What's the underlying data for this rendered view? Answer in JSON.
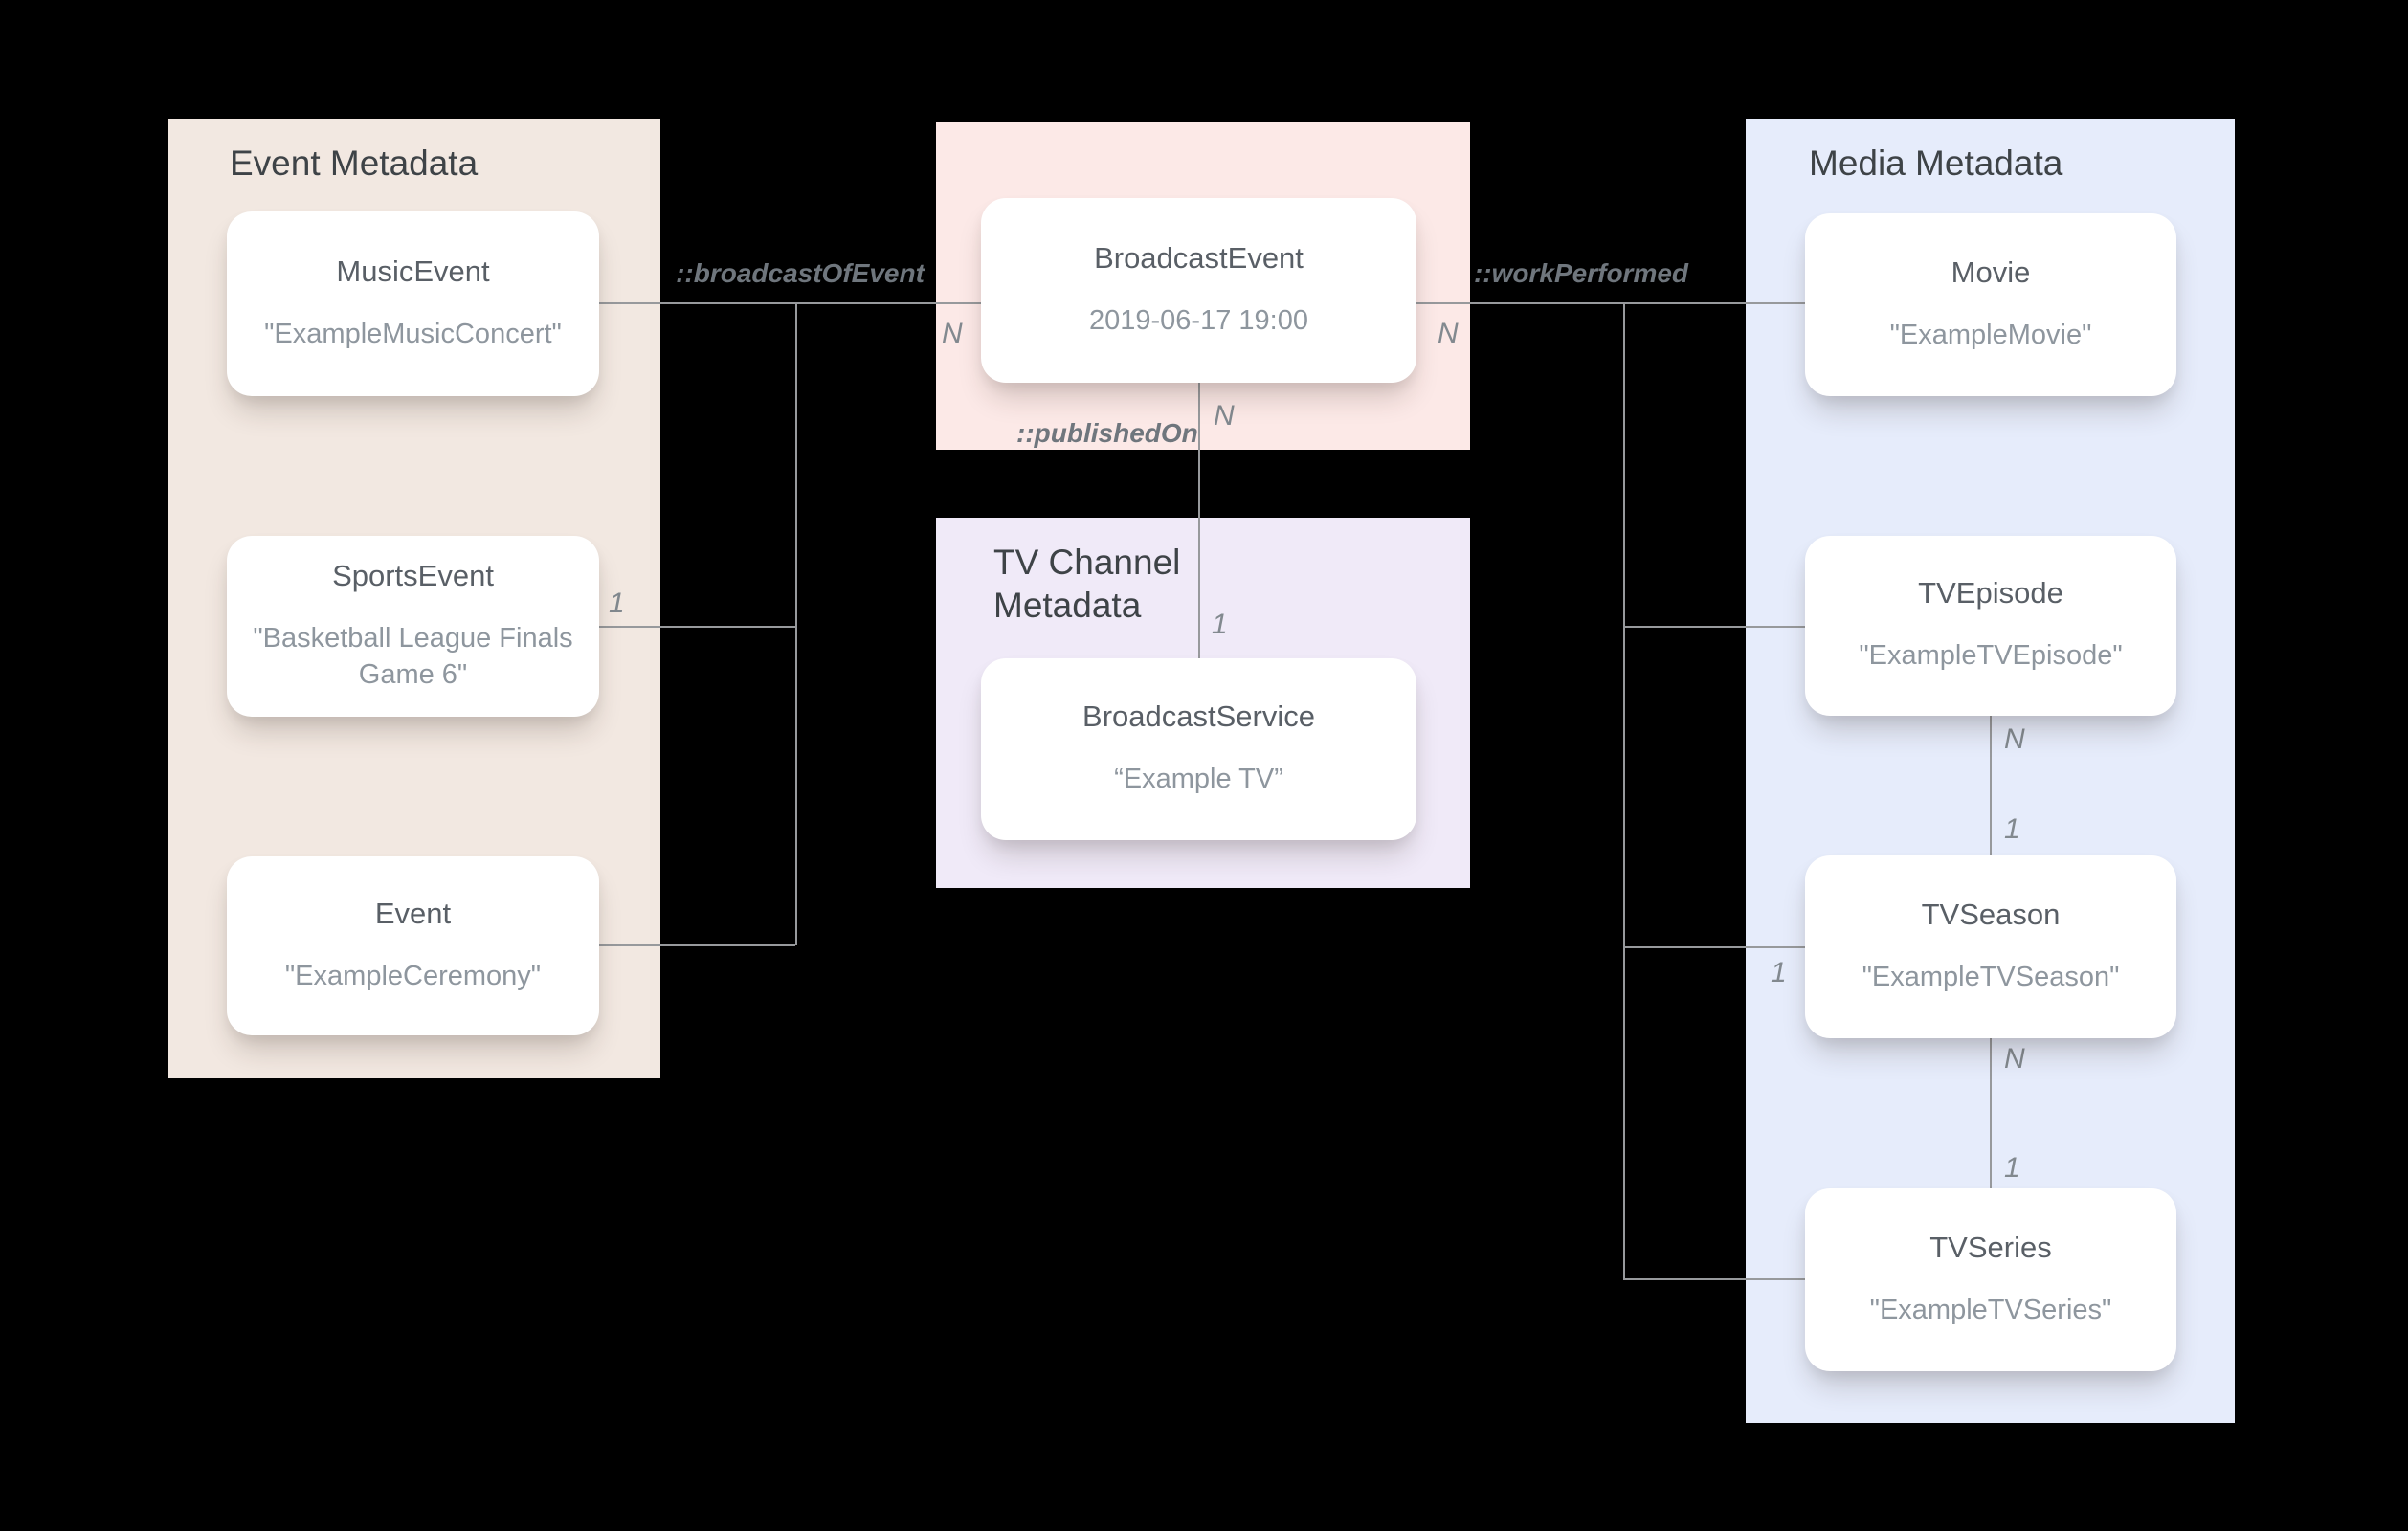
{
  "groups": {
    "event_metadata": {
      "title": "Event Metadata",
      "fill": "#f2e8e1"
    },
    "broadcast_event_group": {
      "fill": "#fce9e7"
    },
    "tv_channel_metadata": {
      "title": "TV Channel Metadata",
      "fill": "#f0eaf8"
    },
    "media_metadata": {
      "title": "Media Metadata",
      "fill": "#e6ecfb"
    }
  },
  "entities": {
    "music_event": {
      "name": "MusicEvent",
      "example": "\"ExampleMusicConcert\""
    },
    "sports_event": {
      "name": "SportsEvent",
      "example": "\"Basketball League Finals Game 6\""
    },
    "event": {
      "name": "Event",
      "example": "\"ExampleCeremony\""
    },
    "broadcast_event": {
      "name": "BroadcastEvent",
      "example": "2019-06-17 19:00"
    },
    "broadcast_service": {
      "name": "BroadcastService",
      "example": "“Example TV”"
    },
    "movie": {
      "name": "Movie",
      "example": "\"ExampleMovie\""
    },
    "tv_episode": {
      "name": "TVEpisode",
      "example": "\"ExampleTVEpisode\""
    },
    "tv_season": {
      "name": "TVSeason",
      "example": "\"ExampleTVSeason\""
    },
    "tv_series": {
      "name": "TVSeries",
      "example": "\"ExampleTVSeries\""
    }
  },
  "relations": {
    "broadcast_of_event": {
      "label": "::broadcastOfEvent"
    },
    "published_on": {
      "label": "::publishedOn"
    },
    "work_performed": {
      "label": "::workPerformed"
    }
  },
  "cardinalities": {
    "broadcast_of_event_n": "N",
    "broadcast_of_event_1": "1",
    "work_performed_n": "N",
    "work_performed_1": "1",
    "published_on_n": "N",
    "published_on_1": "1",
    "episode_season_n": "N",
    "episode_season_1": "1",
    "season_series_n": "N",
    "season_series_1": "1"
  },
  "colors": {
    "background": "#000000",
    "connector": "#97999c",
    "group_title_text": "#3e4347",
    "entity_name_text": "#595f66",
    "entity_example_text": "#8e969e",
    "relation_label_text": "#6f767d"
  }
}
